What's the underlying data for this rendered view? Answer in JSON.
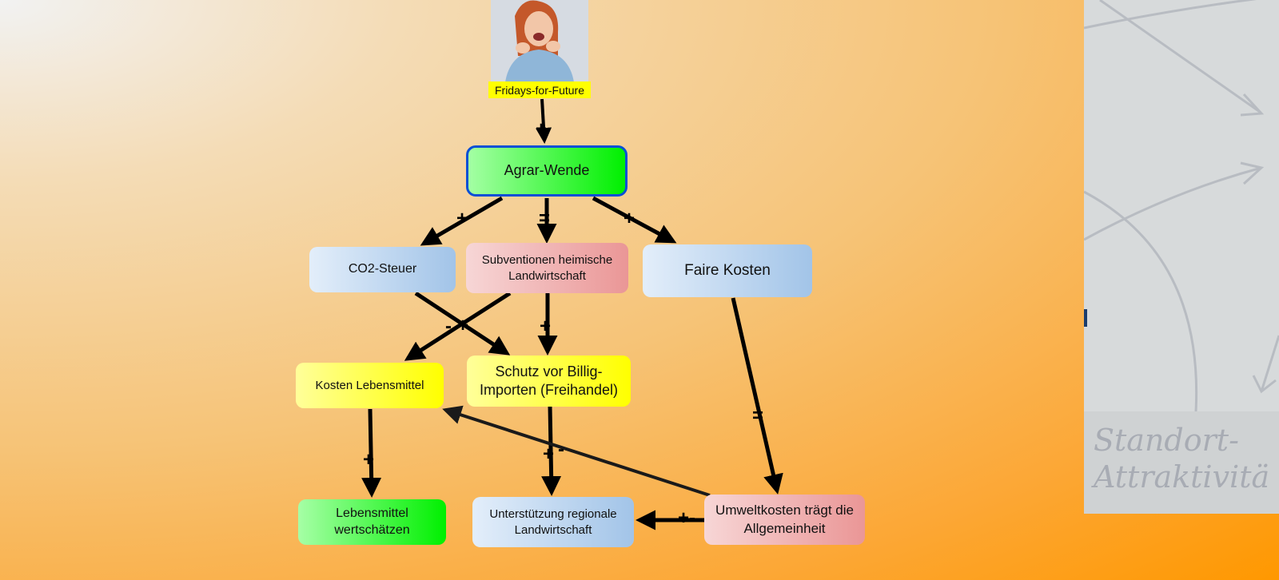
{
  "photo": {
    "label": "Fridays-for-Future"
  },
  "nodes": {
    "agrar_wende": "Agrar-Wende",
    "co2_steuer": "CO2-Steuer",
    "subventionen": "Subventionen heimische Landwirtschaft",
    "faire_kosten": "Faire Kosten",
    "kosten_lebensmittel": "Kosten Lebensmittel",
    "schutz_billig": "Schutz vor Billig-Importen (Freihandel)",
    "lebensmittel_wert": "Lebensmittel wertschätzen",
    "unterstuetzung": "Unterstützung regionale Landwirtschaft",
    "umweltkosten": "Umweltkosten trägt die Allgemeinheit"
  },
  "signs": {
    "ff_to_agrar": "+",
    "agrar_to_co2": "+",
    "agrar_to_subv": "=",
    "agrar_to_faire": "+",
    "co2_to_kosten": "-",
    "subv_to_kosten": "+",
    "subv_to_schutz": "+",
    "faire_to_umwelt": "=",
    "kosten_to_wert": "+",
    "schutz_to_unterst": "+",
    "umwelt_to_kosten": "-",
    "umwelt_to_unterst": "+-"
  },
  "side_panel": {
    "caption_line1": "Standort-",
    "caption_line2": "Attraktivitä"
  },
  "colors": {
    "background_start": "#f2f2f2",
    "background_end": "#ff9800",
    "main_border": "#0a4fd6",
    "label_highlight": "#ffff00"
  }
}
